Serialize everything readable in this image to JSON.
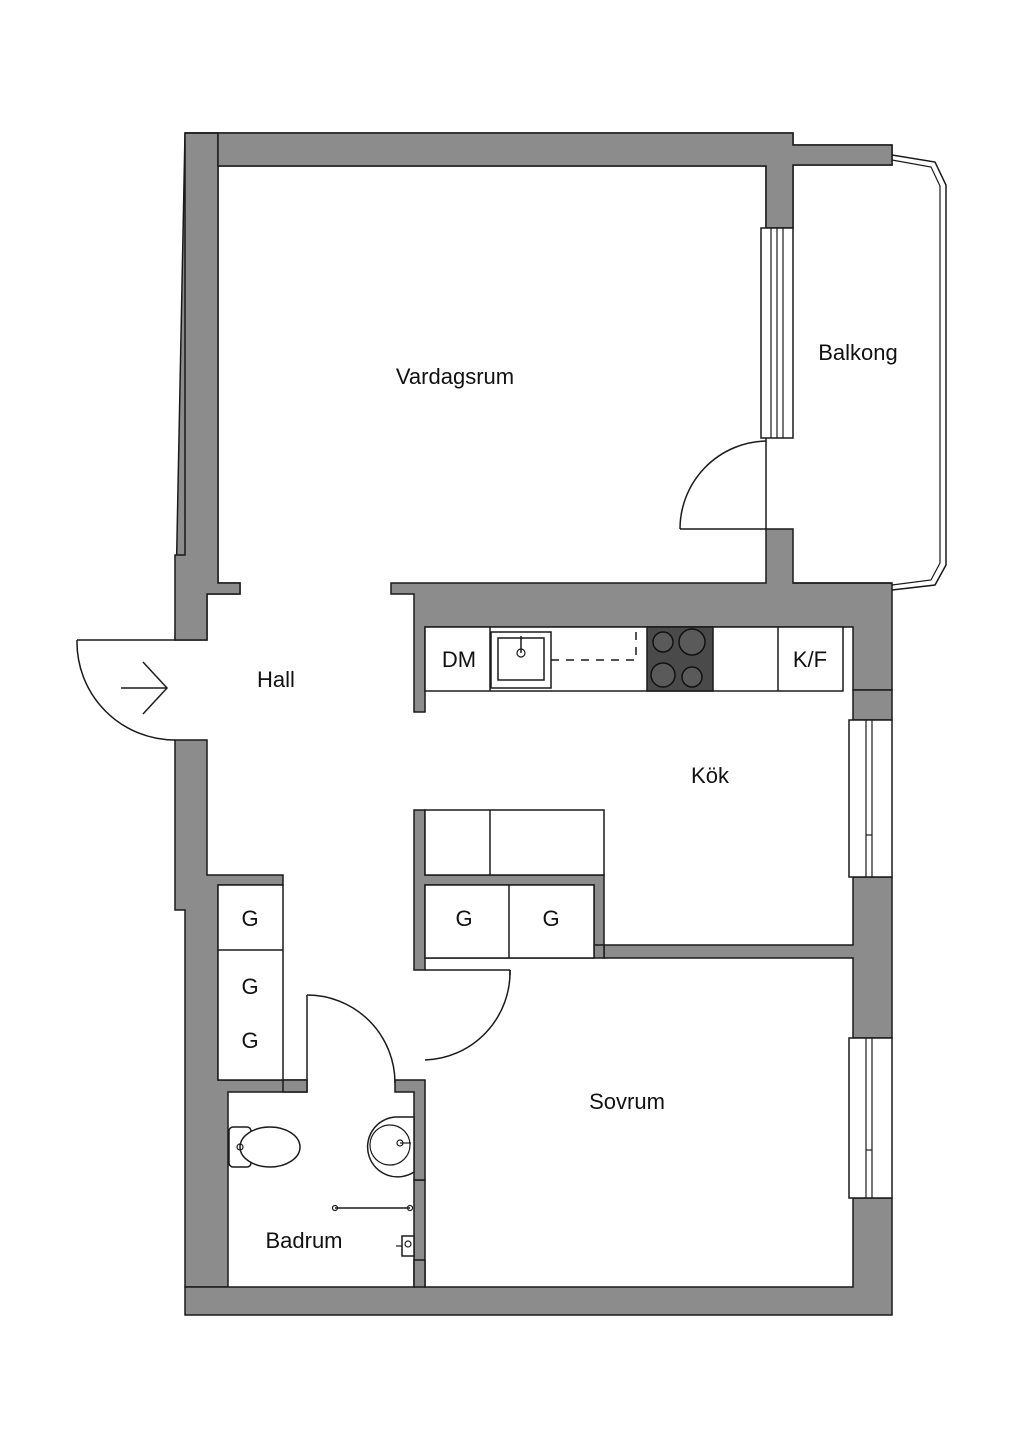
{
  "rooms": {
    "living": "Vardagsrum",
    "balcony": "Balkong",
    "hall": "Hall",
    "kitchen": "Kök",
    "bedroom": "Sovrum",
    "bathroom": "Badrum"
  },
  "fixtures": {
    "dishwasher": "DM",
    "fridge_freezer": "K/F",
    "wardrobe_hall_1": "G",
    "wardrobe_hall_2": "G",
    "wardrobe_hall_3": "G",
    "wardrobe_kitchen_1": "G",
    "wardrobe_kitchen_2": "G"
  },
  "colors": {
    "wall": "#8c8c8c",
    "line": "#1a1a1a",
    "floor": "#ffffff",
    "stove": "#4a4a4a"
  }
}
